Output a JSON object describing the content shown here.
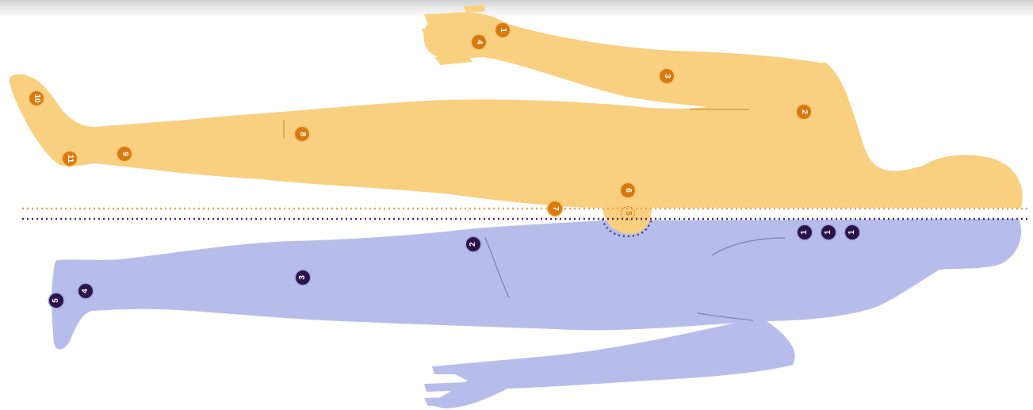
{
  "colors": {
    "back_body": "#f9cf80",
    "front_body": "#b6bdeb",
    "orange_marker": "#d97a10",
    "purple_marker": "#2d1448",
    "orange_line": "#e3a24a",
    "purple_line": "#4a2a6a"
  },
  "back_points": [
    "1",
    "2",
    "3",
    "4",
    "6",
    "7",
    "8",
    "9",
    "10",
    "11",
    "5"
  ],
  "front_points": [
    "1",
    "1",
    "1",
    "2",
    "3",
    "4",
    "5"
  ]
}
